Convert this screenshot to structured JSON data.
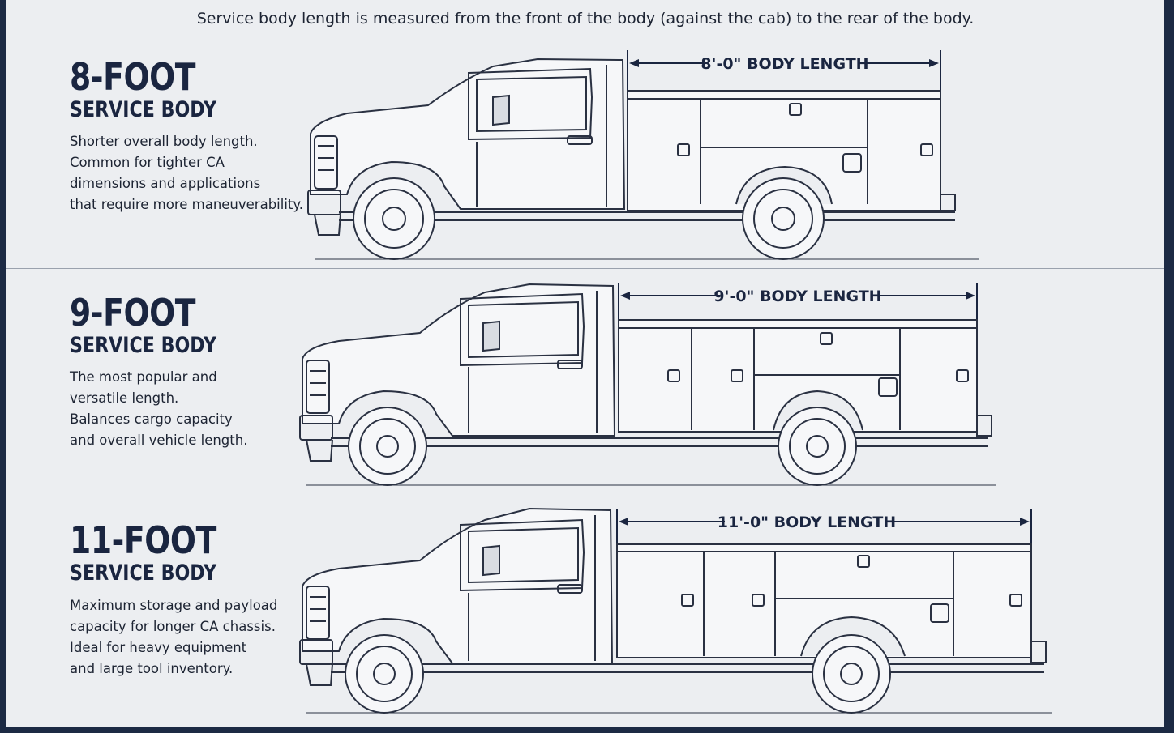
{
  "header": "Service body length is measured from the front of the body (against the cab) to the rear of the body.",
  "panels": [
    {
      "title": "8-FOOT",
      "subtitle": "SERVICE BODY",
      "description": [
        "Shorter overall body length.",
        "Common for tighter CA",
        "dimensions and applications",
        "that require more maneuverability."
      ],
      "dimension_label": "8'-0\"  BODY LENGTH"
    },
    {
      "title": "9-FOOT",
      "subtitle": "SERVICE BODY",
      "description": [
        "The most popular and",
        "versatile length.",
        "Balances cargo capacity",
        "and overall vehicle length."
      ],
      "dimension_label": "9'-0\"  BODY LENGTH"
    },
    {
      "title": "11-FOOT",
      "subtitle": "SERVICE BODY",
      "description": [
        "Maximum storage and payload",
        "capacity for longer CA chassis.",
        "Ideal for heavy equipment",
        "and large tool inventory."
      ],
      "dimension_label": "11'-0\"  BODY LENGTH"
    }
  ],
  "colors": {
    "ink": "#1a2540",
    "background": "#eceef1",
    "border": "#1c2a44"
  }
}
